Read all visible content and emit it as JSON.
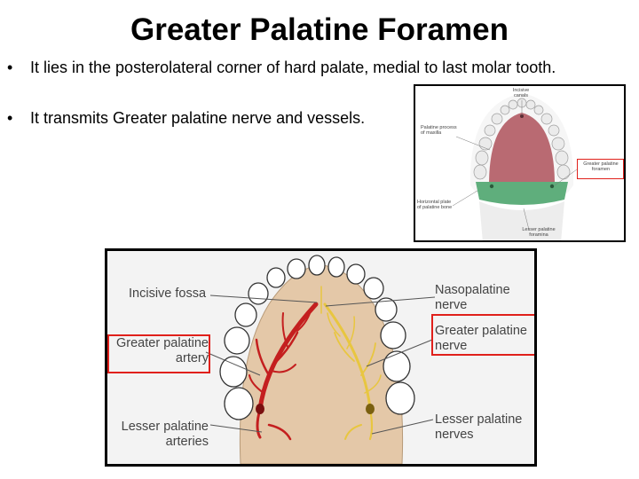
{
  "slide": {
    "title": "Greater Palatine Foramen",
    "bullet_marker": "•",
    "bullets": [
      "It lies in the posterolateral corner of hard palate, medial to last molar tooth.",
      "It transmits Greater palatine nerve and vessels."
    ]
  },
  "small_figure": {
    "labels": {
      "incisive": "Incisive\ncanals",
      "palatine_process": "Palatine process\nof maxilla",
      "greater_foramen": "Greater palatine\nforamen",
      "horizontal_plate": "Horizontal plate\nof palatine bone",
      "lesser_foramina": "Lesser palatine\nforamina"
    },
    "colors": {
      "palate": "#b96a72",
      "palatine_bone": "#5fae7c",
      "highlight": "#e0201b"
    }
  },
  "big_figure": {
    "labels": {
      "incisive_fossa": "Incisive fossa",
      "greater_artery": "Greater palatine\nartery",
      "lesser_arteries": "Lesser palatine\narteries",
      "nasopalatine": "Nasopalatine\nnerve",
      "greater_nerve": "Greater palatine\nnerve",
      "lesser_nerves": "Lesser palatine\nnerves"
    },
    "colors": {
      "artery": "#c41f1f",
      "nerve": "#e8c640",
      "highlight": "#e0201b"
    }
  }
}
